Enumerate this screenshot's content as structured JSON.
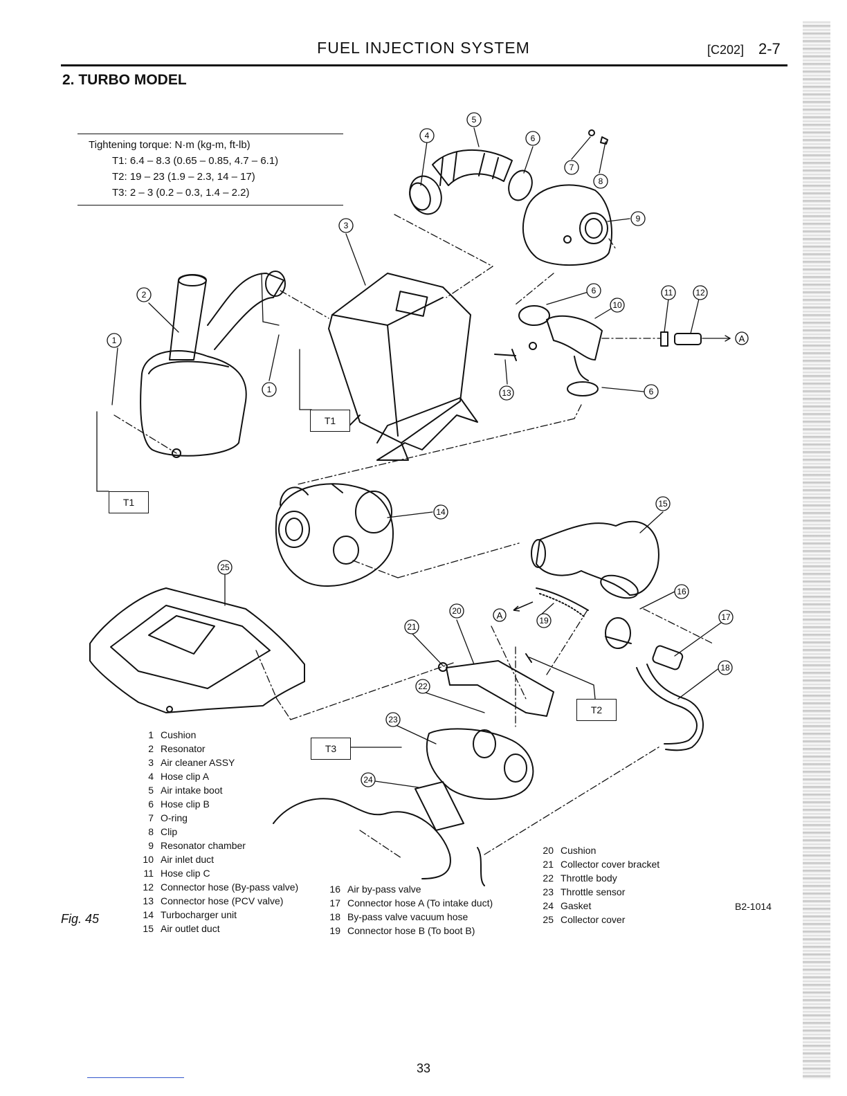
{
  "header": {
    "title": "FUEL INJECTION SYSTEM",
    "section_code": "[C202]",
    "page_ref": "2-7"
  },
  "section_title": "2. TURBO MODEL",
  "torque_spec": {
    "heading": "Tightening torque:  N·m (kg-m, ft-lb)",
    "rows": [
      "T1:  6.4 – 8.3 (0.65 – 0.85, 4.7 – 6.1)",
      "T2:  19 – 23 (1.9 – 2.3, 14 – 17)",
      "T3:  2 – 3 (0.2 – 0.3, 1.4 – 2.2)"
    ]
  },
  "torque_labels": {
    "t1_a": "T1",
    "t1_b": "T1",
    "t2": "T2",
    "t3": "T3"
  },
  "part_callouts": [
    "1",
    "2",
    "3",
    "4",
    "5",
    "6",
    "7",
    "8",
    "9",
    "10",
    "11",
    "12",
    "13",
    "14",
    "15",
    "16",
    "17",
    "18",
    "19",
    "20",
    "21",
    "22",
    "23",
    "24",
    "25"
  ],
  "connection_marker": "A",
  "legend_col1": [
    {
      "num": "1",
      "label": "Cushion"
    },
    {
      "num": "2",
      "label": "Resonator"
    },
    {
      "num": "3",
      "label": "Air cleaner ASSY"
    },
    {
      "num": "4",
      "label": "Hose clip A"
    },
    {
      "num": "5",
      "label": "Air intake boot"
    },
    {
      "num": "6",
      "label": "Hose clip B"
    },
    {
      "num": "7",
      "label": "O-ring"
    },
    {
      "num": "8",
      "label": "Clip"
    },
    {
      "num": "9",
      "label": "Resonator chamber"
    },
    {
      "num": "10",
      "label": "Air inlet duct"
    },
    {
      "num": "11",
      "label": "Hose clip C"
    },
    {
      "num": "12",
      "label": "Connector hose (By-pass valve)"
    },
    {
      "num": "13",
      "label": "Connector hose (PCV valve)"
    },
    {
      "num": "14",
      "label": "Turbocharger unit"
    },
    {
      "num": "15",
      "label": "Air outlet duct"
    }
  ],
  "legend_col2": [
    {
      "num": "16",
      "label": "Air by-pass valve"
    },
    {
      "num": "17",
      "label": "Connector hose A (To intake duct)"
    },
    {
      "num": "18",
      "label": "By-pass valve vacuum hose"
    },
    {
      "num": "19",
      "label": "Connector hose B (To boot B)"
    }
  ],
  "legend_col3": [
    {
      "num": "20",
      "label": "Cushion"
    },
    {
      "num": "21",
      "label": "Collector cover bracket"
    },
    {
      "num": "22",
      "label": "Throttle body"
    },
    {
      "num": "23",
      "label": "Throttle sensor"
    },
    {
      "num": "24",
      "label": "Gasket"
    },
    {
      "num": "25",
      "label": "Collector cover"
    }
  ],
  "figure_label": "Fig. 45",
  "figure_code": "B2-1014",
  "page_number": "33"
}
